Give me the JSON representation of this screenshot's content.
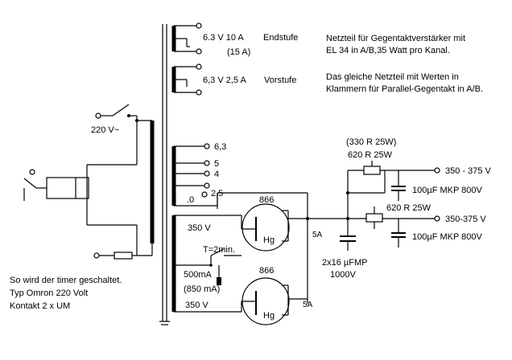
{
  "note": {
    "line1": "Netzteil für Gegentaktverstärker mit",
    "line2": "EL 34 in A/B,35 Watt pro Kanal.",
    "line3": "Das gleiche Netzteil mit Werten in",
    "line4": "Klammern für Parallel-Gegentakt in A/B."
  },
  "timer_note": {
    "line1": "So wird der timer geschaltet.",
    "line2": "Typ Omron 220 Volt",
    "line3": "Kontakt 2 x UM"
  },
  "windings": {
    "endstufe_voltage": "6.3 V 10 A",
    "endstufe_label": "Endstufe",
    "endstufe_parallel": "(15 A)",
    "vorstufe_voltage": "6,3 V 2,5 A",
    "vorstufe_label": "Vorstufe",
    "tap_63": "6,3",
    "tap_5": "5",
    "tap_4": "4",
    "tap_25": "2,5",
    "tap_0": ".0",
    "hv_upper": "350 V",
    "hv_lower": "350 V"
  },
  "mains": {
    "voltage": "220 V~"
  },
  "tubes": {
    "upper_type": "866",
    "lower_type": "866",
    "upper_label": "Hg",
    "lower_label": "Hg"
  },
  "timer": {
    "delay": "T=2min.",
    "fuse": "500mA",
    "fuse_parallel": "(850 mA)"
  },
  "filter": {
    "choke_upper": "5A",
    "choke_lower": "5A",
    "resistor_parallel": "(330 R 25W)",
    "resistor_upper": "620 R 25W",
    "resistor_lower": "620 R 25W",
    "cap_main_value": "2x16 µFMP",
    "cap_main_voltage": "1000V",
    "cap_upper": "100µF  MKP 800V",
    "cap_lower": "100µF MKP 800V",
    "out_upper": "350 - 375 V",
    "out_lower": "350-375 V"
  }
}
